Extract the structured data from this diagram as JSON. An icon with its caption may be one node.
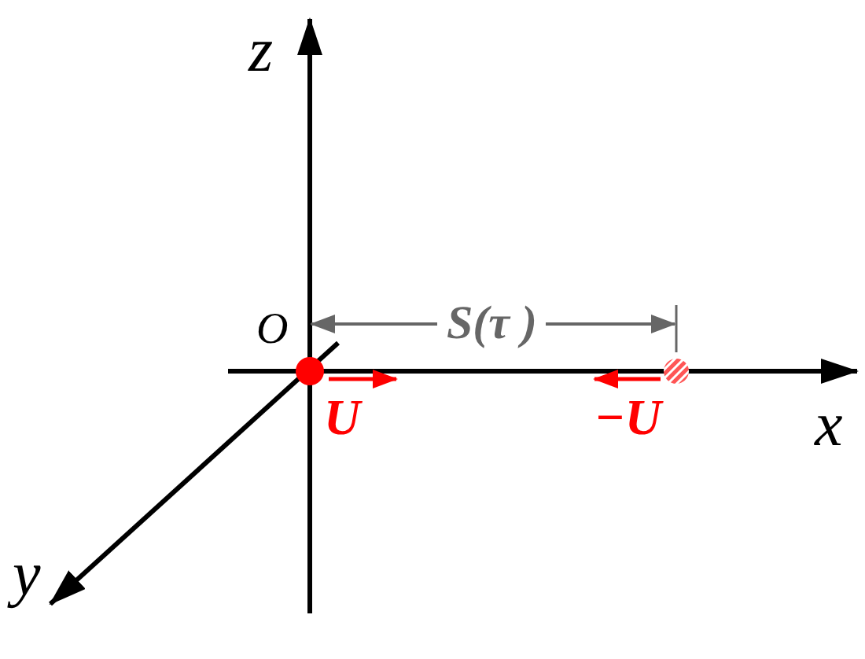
{
  "diagram": {
    "labels": [
      "z",
      "O",
      "S(τ )",
      "x",
      "U",
      "−U",
      "y"
    ]
  }
}
